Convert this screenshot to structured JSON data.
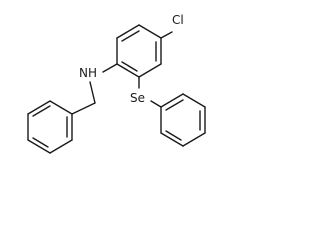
{
  "labels": {
    "chlorine": "Cl",
    "amine": "NH",
    "selenium": "Se"
  },
  "colors": {
    "bond": "#1a1a1a",
    "background": "#ffffff"
  }
}
